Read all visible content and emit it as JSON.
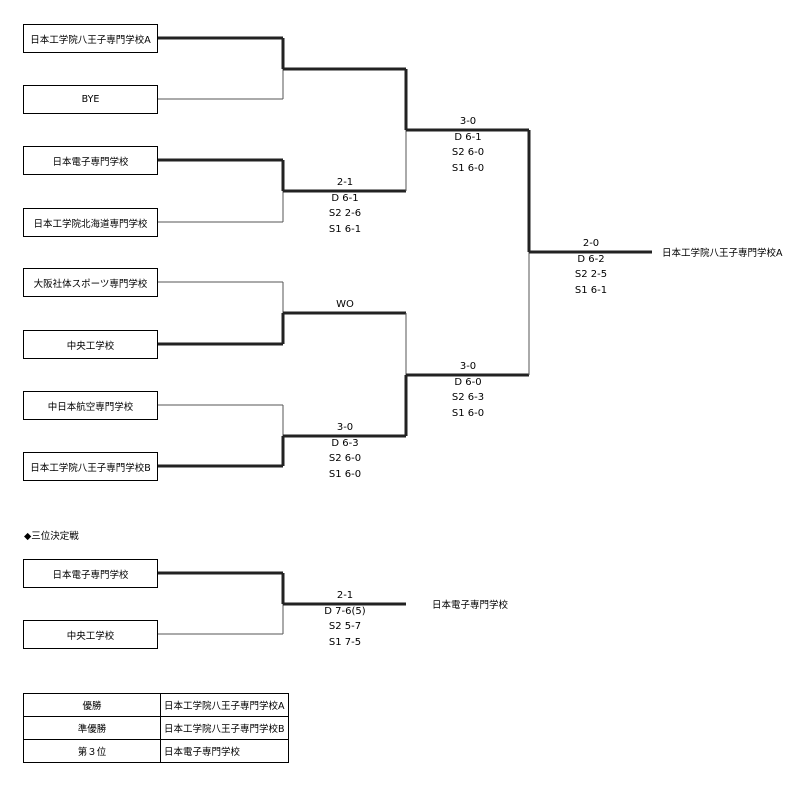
{
  "bracket": {
    "teams": [
      "日本工学院八王子専門学校A",
      "BYE",
      "日本電子専門学校",
      "日本工学院北海道専門学校",
      "大阪社体スポーツ専門学校",
      "中央工学校",
      "中日本航空専門学校",
      "日本工学院八王子専門学校B"
    ],
    "r1_scores": [
      {
        "total": "2-1",
        "lines": [
          "D 6-1",
          "S2 2-6",
          "S1 6-1"
        ]
      },
      {
        "total": "WO",
        "lines": []
      },
      {
        "total": "3-0",
        "lines": [
          "D 6-3",
          "S2 6-0",
          "S1 6-0"
        ]
      }
    ],
    "r2_scores": [
      {
        "total": "3-0",
        "lines": [
          "D 6-1",
          "S2 6-0",
          "S1 6-0"
        ]
      },
      {
        "total": "3-0",
        "lines": [
          "D 6-0",
          "S2 6-3",
          "S1 6-0"
        ]
      }
    ],
    "final_score": {
      "total": "2-0",
      "lines": [
        "D 6-2",
        "S2 2-5",
        "S1 6-1"
      ]
    },
    "champion": "日本工学院八王子専門学校A"
  },
  "third_place": {
    "label": "◆三位決定戦",
    "teams": [
      "日本電子専門学校",
      "中央工学校"
    ],
    "score": {
      "total": "2-1",
      "lines": [
        "D 7-6(5)",
        "S2 5-7",
        "S1 7-5"
      ]
    },
    "winner": "日本電子専門学校"
  },
  "results": [
    {
      "place": "優勝",
      "team": "日本工学院八王子専門学校A"
    },
    {
      "place": "準優勝",
      "team": "日本工学院八王子専門学校B"
    },
    {
      "place": "第３位",
      "team": "日本電子専門学校"
    }
  ]
}
